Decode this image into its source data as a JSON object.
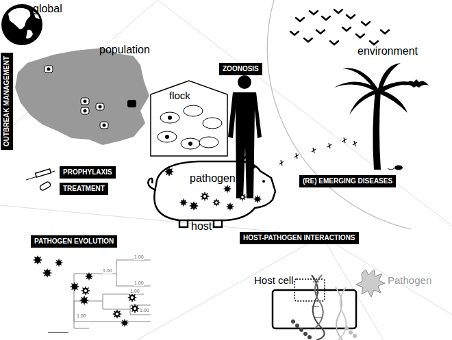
{
  "diagram": {
    "nodes": [
      {
        "text": [
          "OUTBREAK MANAGEMENT"
        ]
      },
      {
        "text": [
          "ZOONOSIS"
        ]
      },
      {
        "text": [
          "PROPHYLAXIS"
        ]
      },
      {
        "text": [
          "TREATMENT"
        ]
      },
      {
        "text": [
          "(RE) EMERGING DISEASES"
        ]
      },
      {
        "text": [
          "PATHOGEN EVOLUTION"
        ]
      },
      {
        "text": [
          "HOST-PATHOGEN INTERACTIONS"
        ]
      }
    ],
    "labels": [
      "global",
      "population",
      "flock",
      "environment",
      "pathogen",
      "host",
      "Host cell",
      "Pathogen",
      "1.00",
      "1.00",
      "1.00",
      "1.00",
      "1.00",
      "1.00"
    ]
  }
}
